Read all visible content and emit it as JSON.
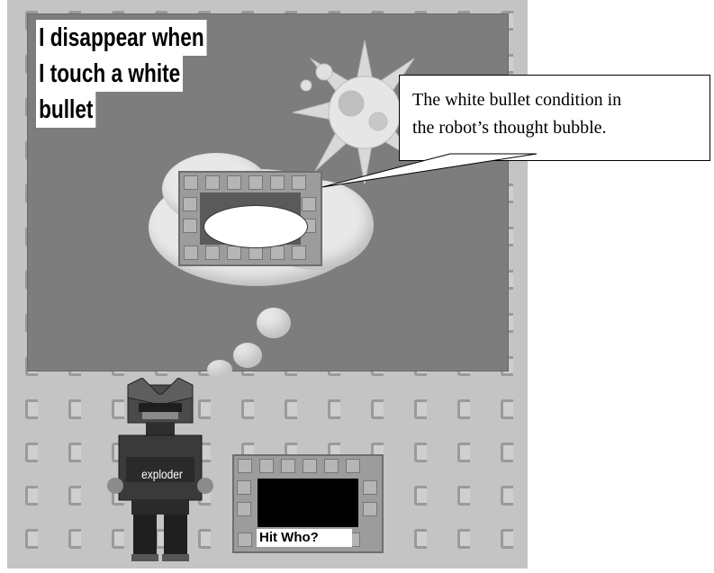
{
  "sign": {
    "line1": "I disappear when",
    "line2": "I touch a white",
    "line3": "bullet"
  },
  "callout": {
    "line1": "The white bullet condition in",
    "line2": "the robot’s thought bubble."
  },
  "robot": {
    "name": "exploder"
  },
  "hit_panel": {
    "label": "Hit Who?"
  },
  "colors": {
    "stage": "#7d7d7d",
    "board": "#c4c4c4",
    "bullet": "#ffffff",
    "robot_body": "#3a3a3a"
  },
  "icons": [
    "robot-icon",
    "thought-bubble-icon",
    "explosion-icon",
    "white-bullet-icon"
  ]
}
